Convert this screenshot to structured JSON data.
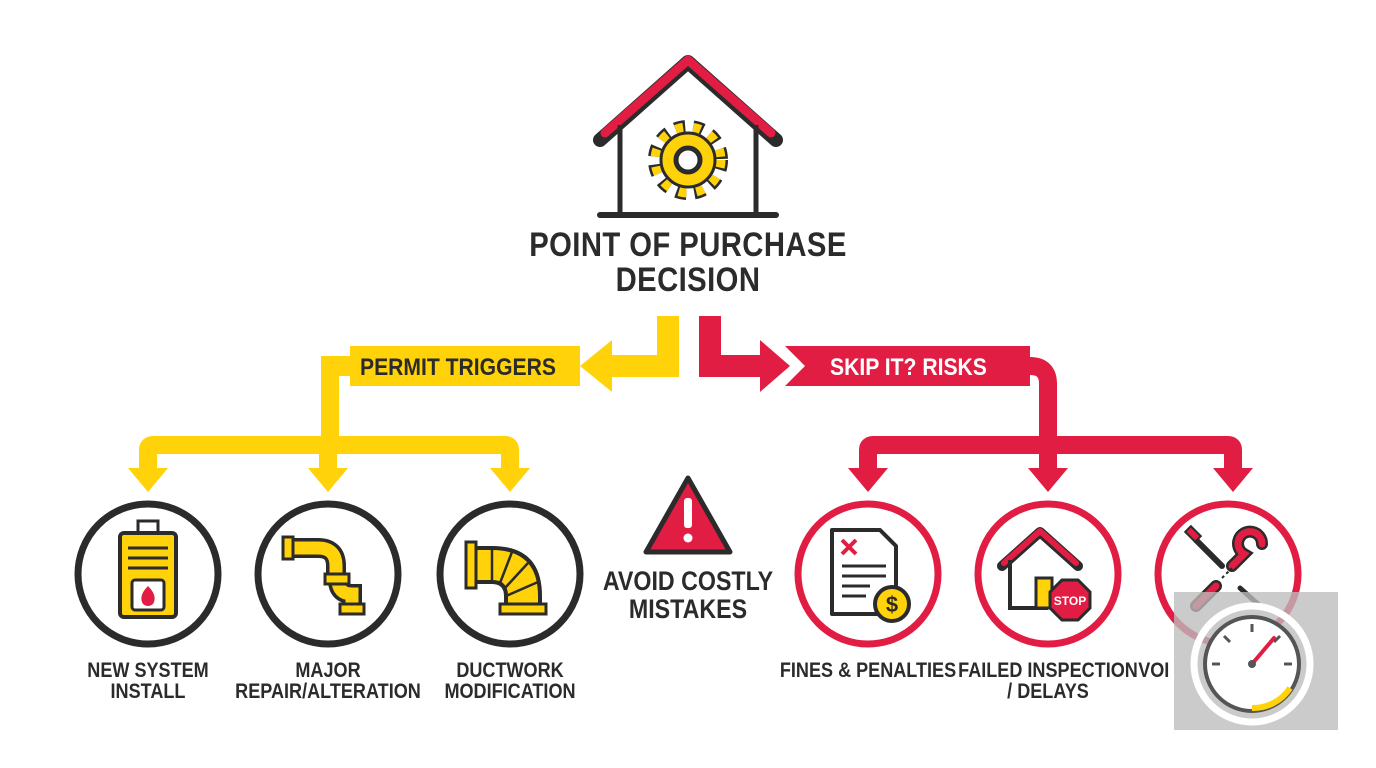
{
  "title": "POINT OF PURCHASE DECISION",
  "warning": "AVOID COSTLY MISTAKES",
  "colors": {
    "yellow": "#FFD20A",
    "red": "#E21D43",
    "dark": "#2B2B2B",
    "light_gray": "#BDBDBD"
  },
  "left_branch": {
    "label": "PERMIT TRIGGERS",
    "items": [
      {
        "label": "NEW SYSTEM INSTALL",
        "icon": "furnace-icon"
      },
      {
        "label": "MAJOR REPAIR/ALTERATION",
        "icon": "pipe-icon"
      },
      {
        "label": "DUCTWORK MODIFICATION",
        "icon": "duct-icon"
      }
    ]
  },
  "right_branch": {
    "label": "SKIP IT? RISKS",
    "items": [
      {
        "label": "FINES & PENALTIES",
        "icon": "fine-document-icon"
      },
      {
        "label": "FAILED INSPECTION / DELAYS",
        "icon": "house-stop-icon",
        "sign": "STOP"
      },
      {
        "label": "VOI",
        "icon": "broken-tools-icon"
      }
    ]
  },
  "overlay_icon": "gauge-icon"
}
